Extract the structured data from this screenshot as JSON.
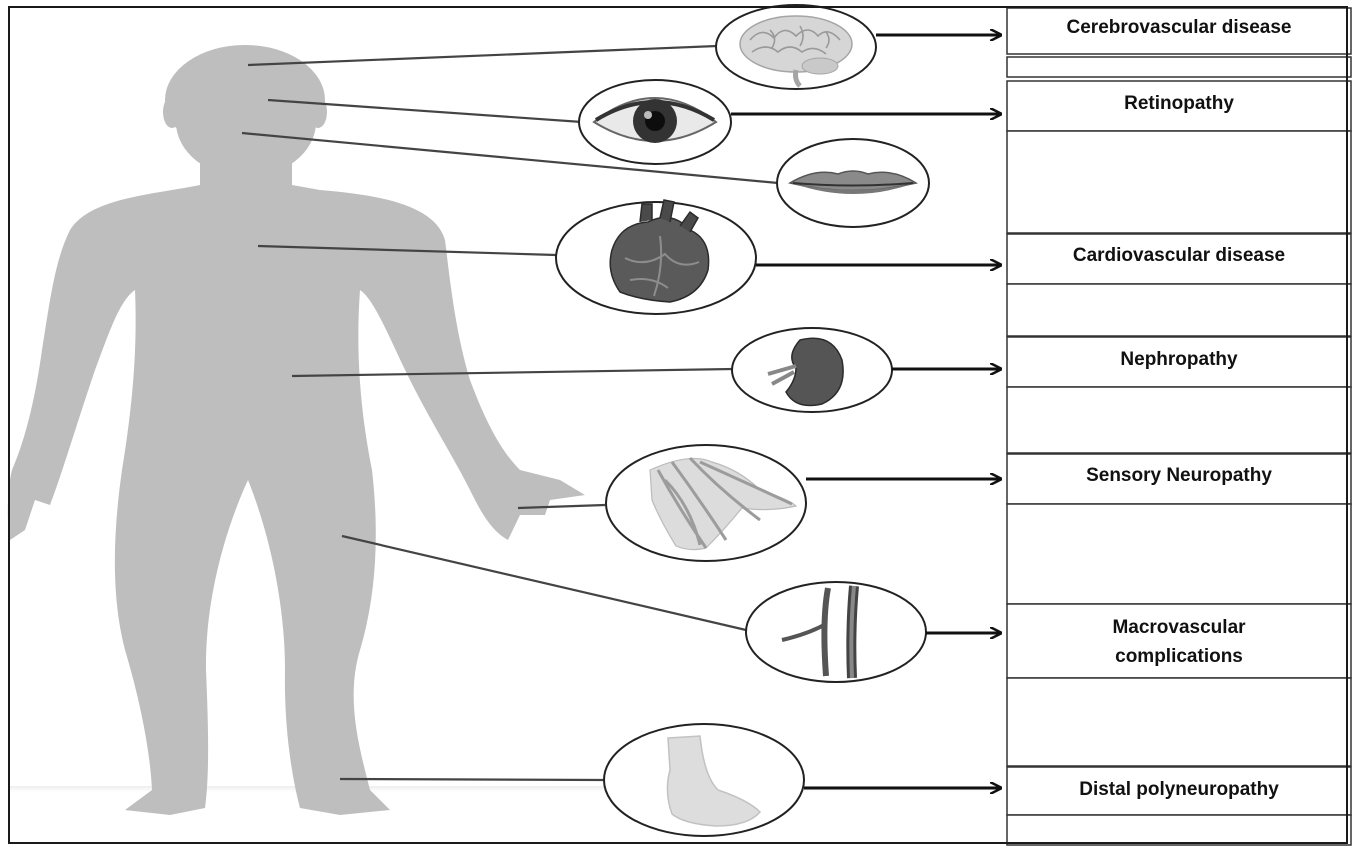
{
  "diagram": {
    "labels": {
      "cerebrovascular": "Cerebrovascular disease",
      "retinopathy": "Retinopathy",
      "cardiovascular": "Cardiovascular disease",
      "nephropathy": "Nephropathy",
      "sensory_neuropathy": "Sensory Neuropathy",
      "macrovascular_line1": "Macrovascular",
      "macrovascular_line2": "complications",
      "distal_polyneuropathy": "Distal polyneuropathy"
    },
    "organ_icons": [
      "brain-icon",
      "eye-icon",
      "lips-icon",
      "heart-icon",
      "kidney-icon",
      "hand-nerves-icon",
      "blood-vessel-icon",
      "foot-icon"
    ],
    "colors": {
      "body": "#bdbdbd",
      "line": "#444444",
      "arrow": "#111111",
      "circle_border": "#222222"
    }
  }
}
